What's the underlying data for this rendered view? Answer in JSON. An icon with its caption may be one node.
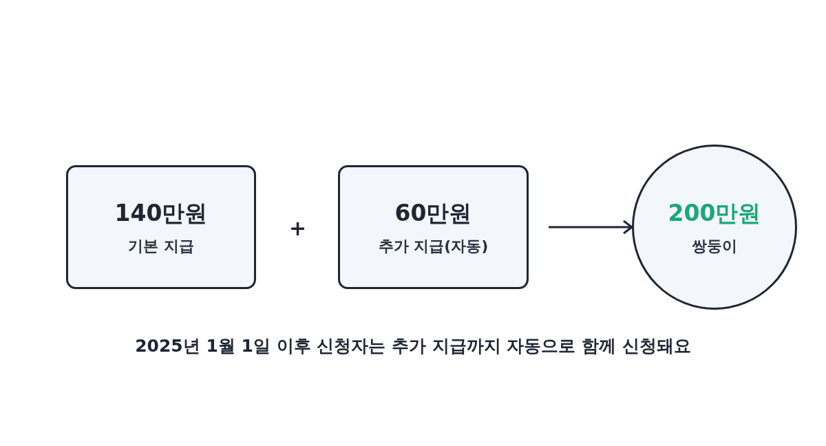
{
  "diagram": {
    "nodes": [
      {
        "text": [
          "140만원",
          "기본 지급"
        ]
      },
      {
        "text": [
          "60만원",
          "추가 지급(자동)"
        ]
      },
      {
        "text": [
          "200만원",
          "쌍둥이"
        ]
      }
    ],
    "edges": [
      {
        "from": 1,
        "to": 2,
        "arrow": "to"
      }
    ],
    "labels": [
      "+",
      "2025년 1월 1일 이후 신청자는 추가 지급까지 자동으로 함께 신청돼요"
    ]
  }
}
